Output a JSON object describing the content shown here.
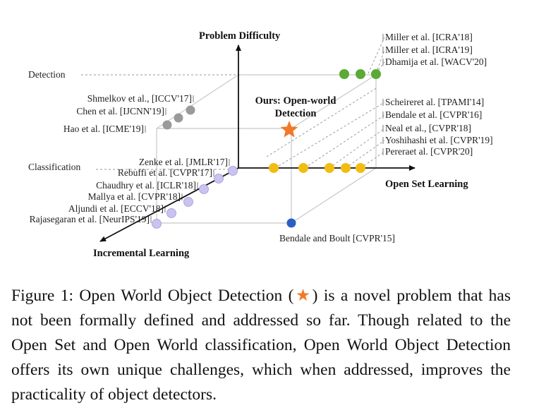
{
  "axes": {
    "y_title": "Problem Difficulty",
    "x_title": "Open Set Learning",
    "z_title": "Incremental Learning",
    "detection_label": "Detection",
    "classification_label": "Classification"
  },
  "ours": {
    "line1": "Ours: Open-world",
    "line2": "Detection"
  },
  "references": {
    "incremental_detection": [
      "Shmelkov et al., [ICCV'17]",
      "Chen et al. [IJCNN'19]",
      "Hao et al. [ICME'19]"
    ],
    "incremental_classification": [
      "Zenke et al. [JMLR'17]",
      "Rebuffi et al. [CVPR'17]",
      "Chaudhry et al. [ICLR'18]",
      "Mallya et al. [CVPR'18]",
      "Aljundi et al. [ECCV'18]",
      "Rajasegaran et al. [NeurIPS'19]"
    ],
    "openset_detection": [
      "Miller et al. [ICRA'18]",
      "Miller et al. [ICRA'19]",
      "Dhamija et al. [WACV'20]"
    ],
    "openset_classification": [
      "Scheireret al. [TPAMI'14]",
      "Bendale et al. [CVPR'16]",
      "Neal et al., [CVPR'18]",
      "Yoshihashi et al. [CVPR'19]",
      "Pereraet al. [CVPR'20]"
    ],
    "open_world": "Bendale and Boult [CVPR'15]"
  },
  "colors": {
    "gray": "#9a9a9a",
    "purple": "#c9c3f0",
    "green": "#5aaa34",
    "yellow": "#f2bd13",
    "blue": "#2c5fc2",
    "star": "#f07a2a"
  },
  "caption": {
    "prefix": "Figure 1: Open World Object Detection (",
    "star_glyph": "★",
    "suffix": ") is a novel problem that has not been formally defined and addressed so far. Though related to the Open Set and Open World classification, Open World Object Detection offers its own unique challenges, which when addressed, improves the practicality of object detectors."
  }
}
